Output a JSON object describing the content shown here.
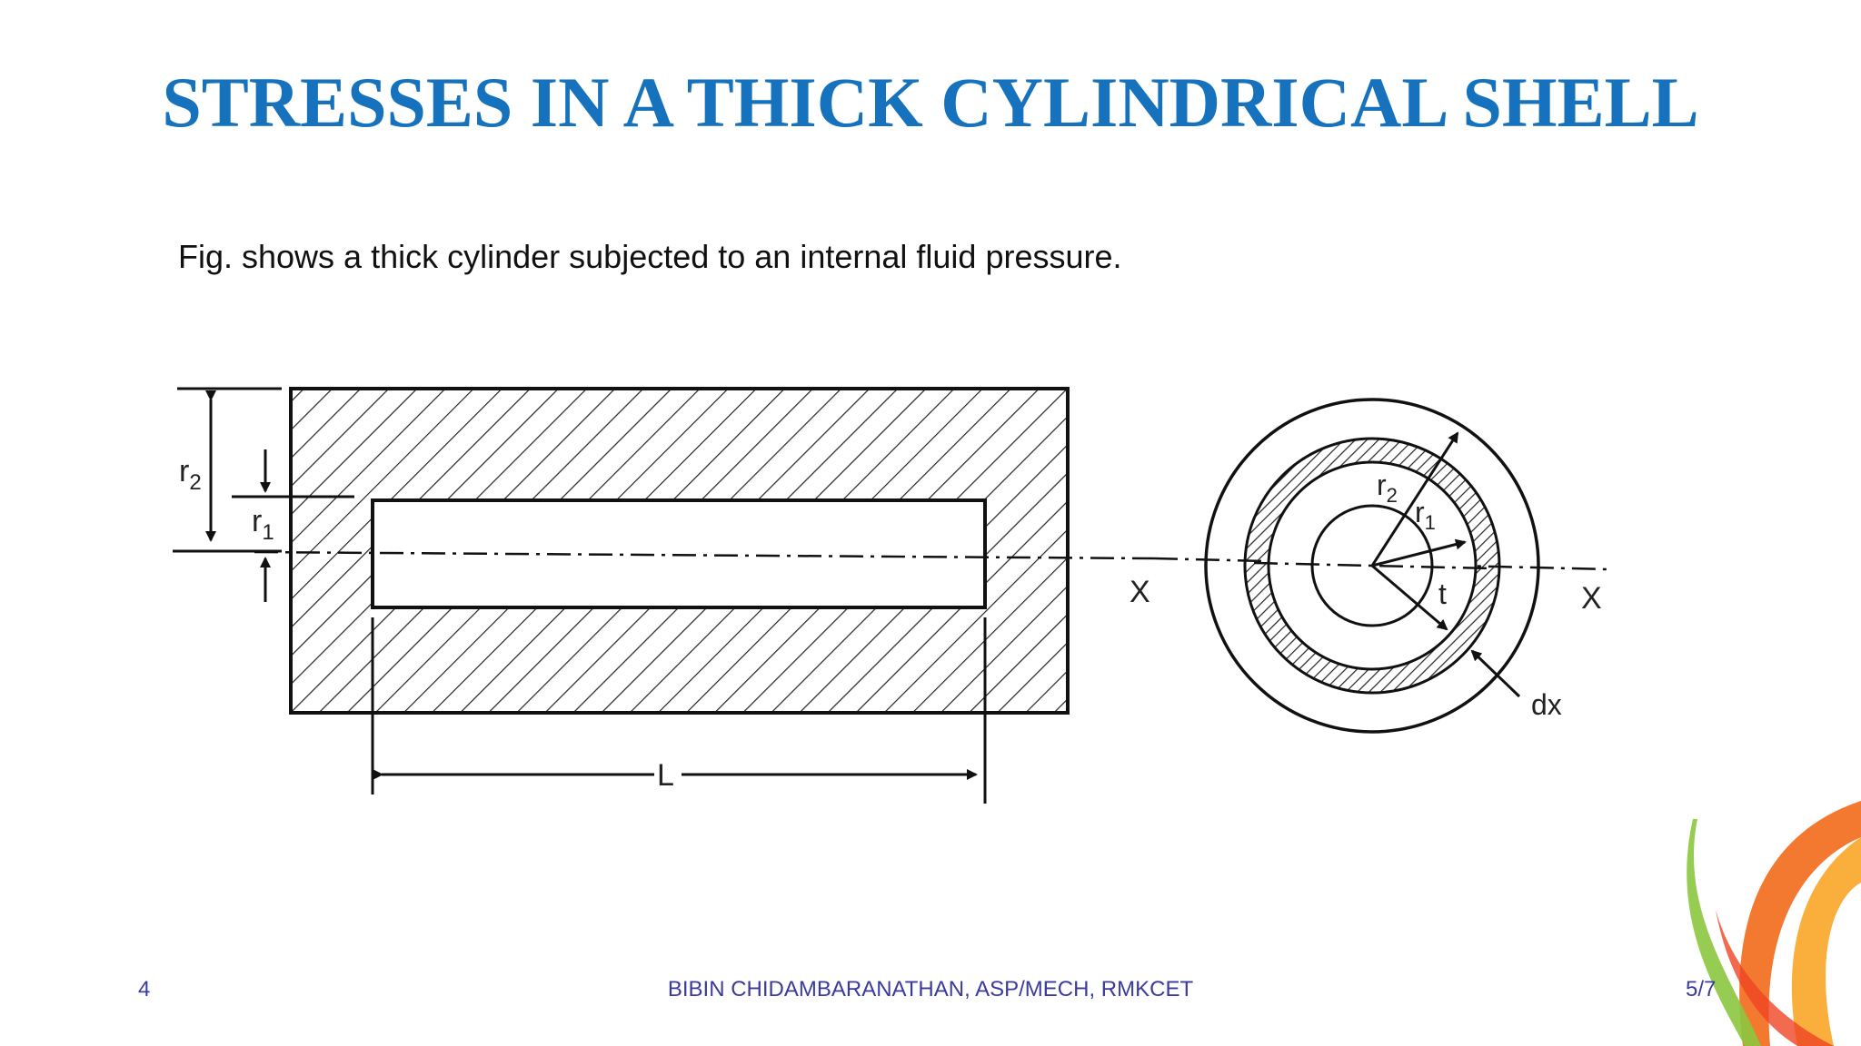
{
  "slide": {
    "title": "STRESSES IN A THICK CYLINDRICAL SHELL",
    "caption": "Fig. shows a thick cylinder subjected to an internal fluid pressure.",
    "slide_number": "4",
    "author": "BIBIN CHIDAMBARANATHAN, ASP/MECH, RMKCET",
    "page_counter": "5/7"
  },
  "figure": {
    "labels": {
      "r2": "r",
      "r2_sub": "2",
      "r1": "r",
      "r1_sub": "1",
      "length": "L",
      "axis_left": "X",
      "axis_right": "X",
      "thickness": "t",
      "element": "dx"
    }
  },
  "colors": {
    "title": "#1672bd",
    "footer": "#3b3b9e",
    "accent_orange": "#f26a1b",
    "accent_green": "#8cc63f"
  }
}
